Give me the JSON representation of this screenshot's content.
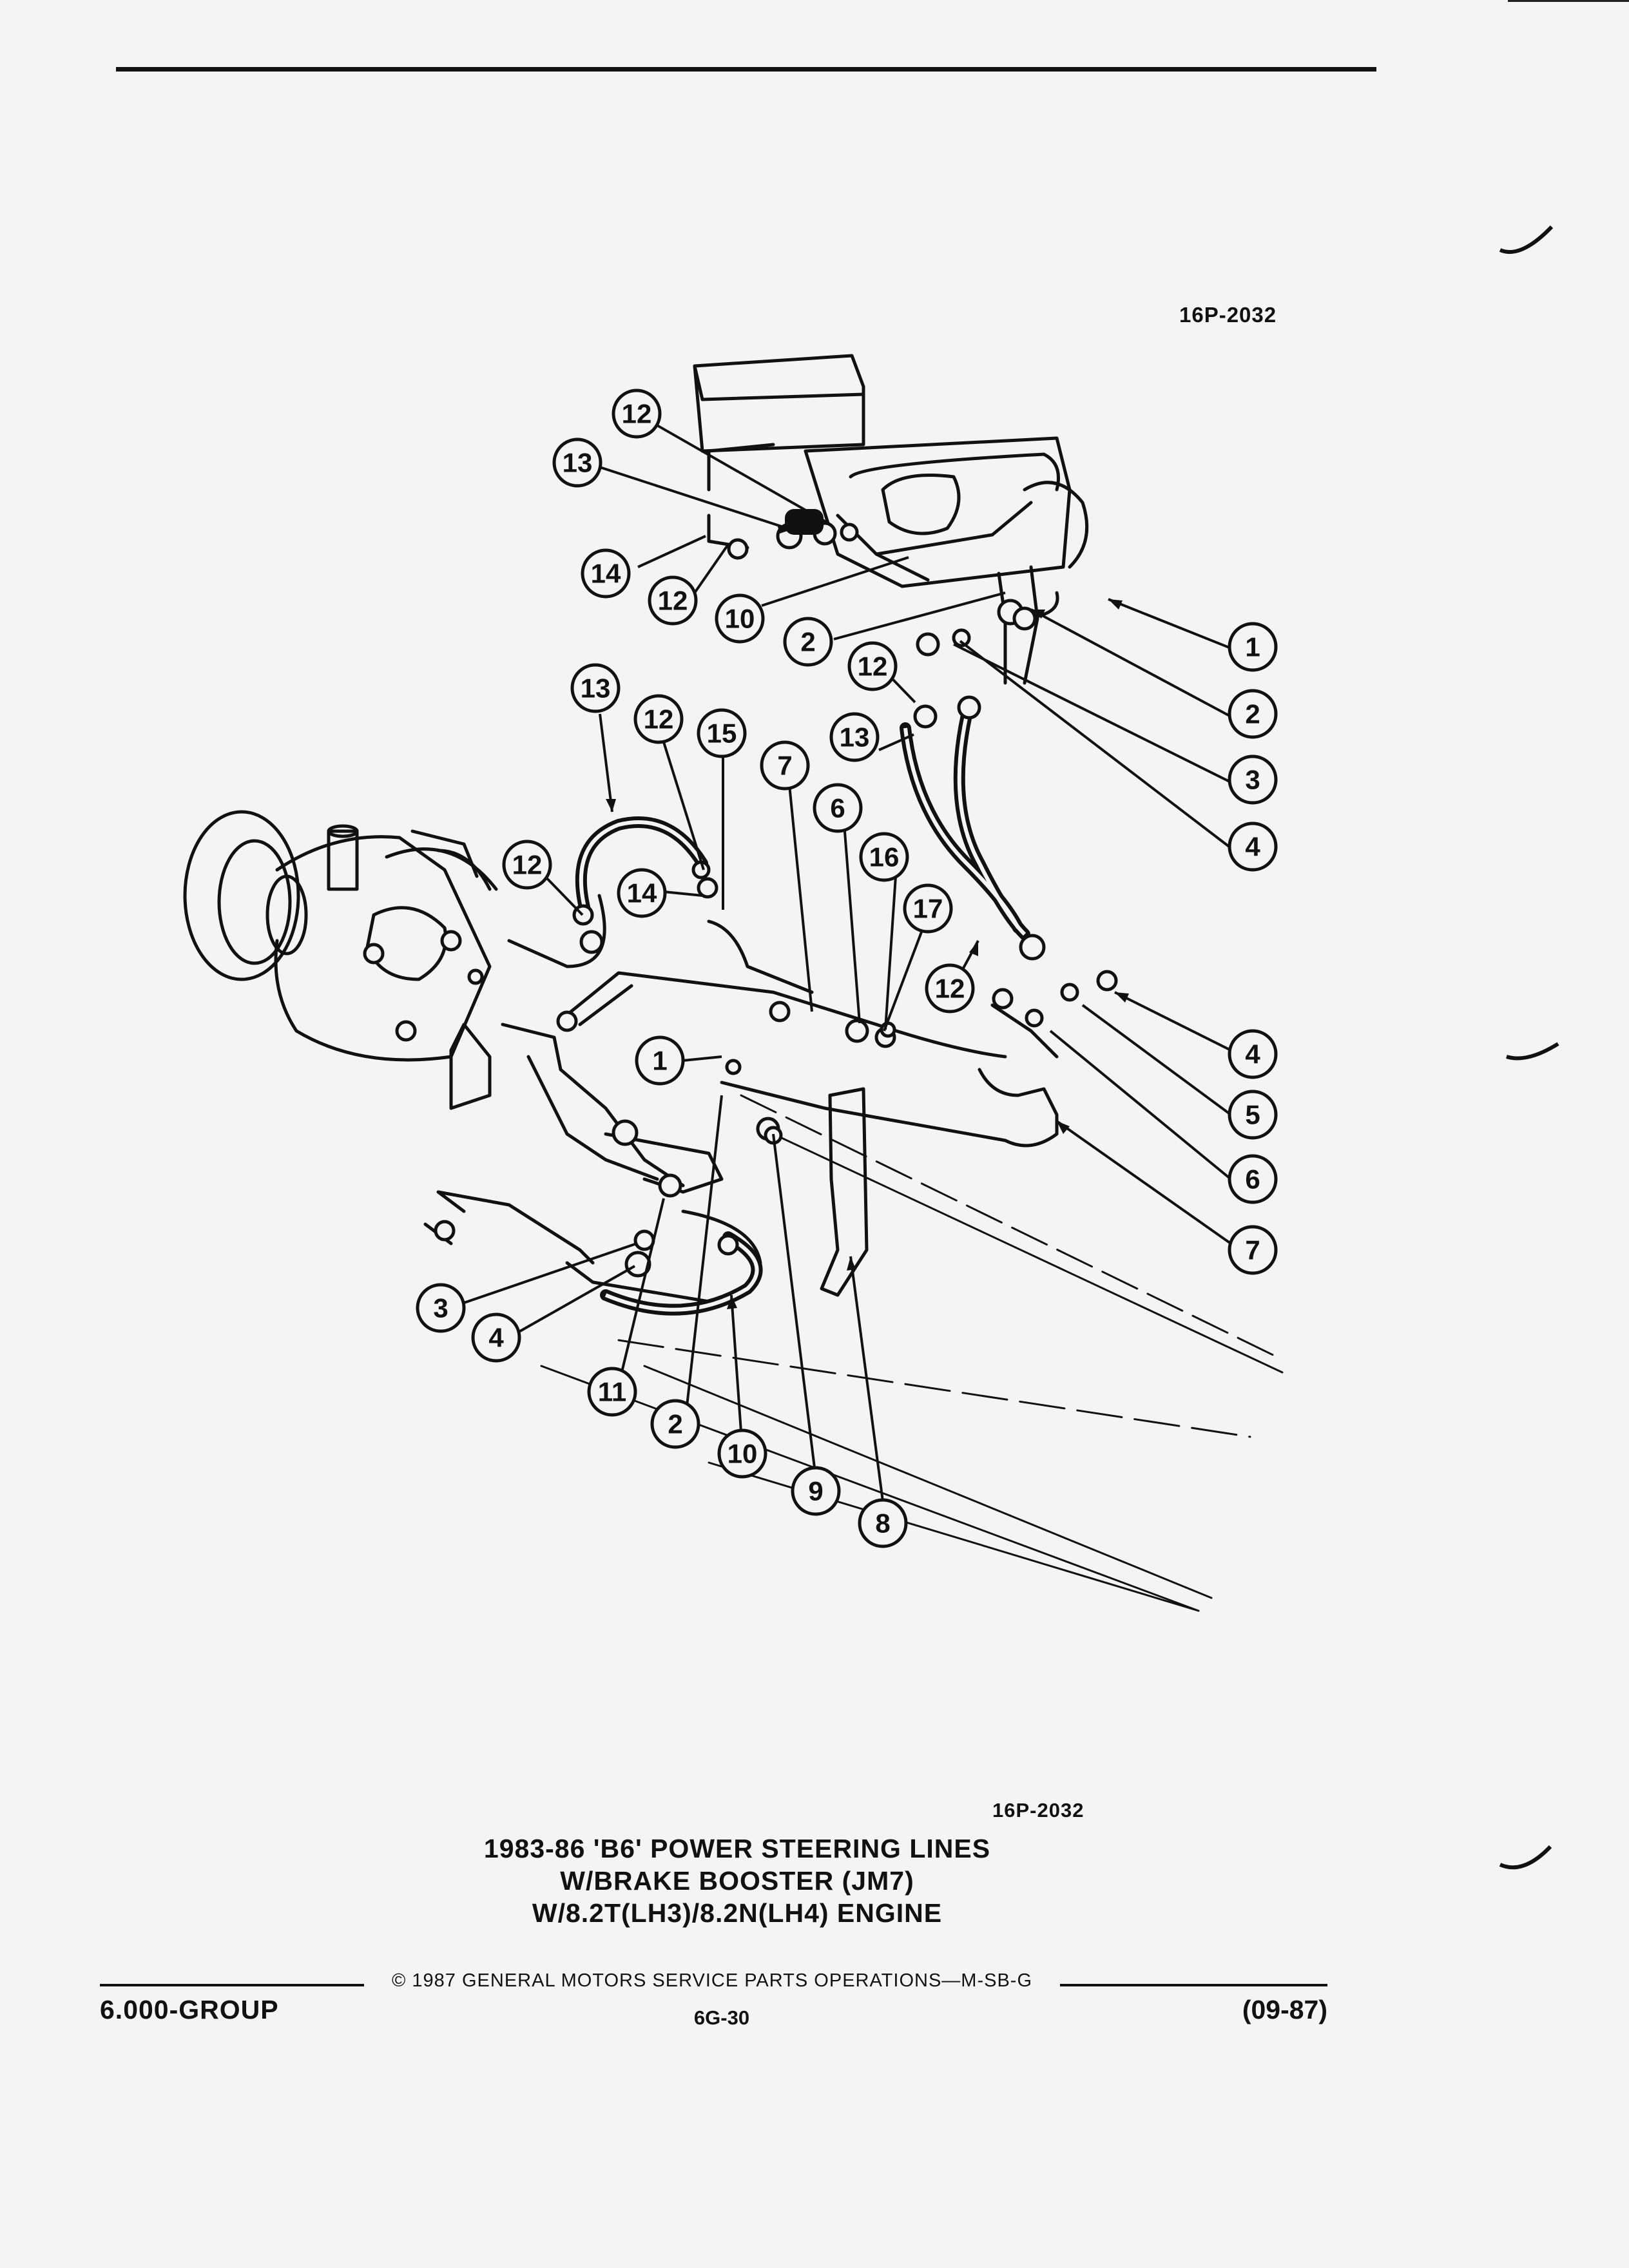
{
  "header": {
    "figure_id": "16P-2032"
  },
  "diagram": {
    "callouts": [
      "1",
      "2",
      "3",
      "4",
      "5",
      "6",
      "7",
      "8",
      "9",
      "10",
      "11",
      "12",
      "13",
      "14",
      "15",
      "16",
      "17"
    ],
    "figure_id_bottom": "16P-2032"
  },
  "caption": {
    "line1": "1983-86 'B6' POWER STEERING LINES",
    "line2": "W/BRAKE BOOSTER (JM7)",
    "line3": "W/8.2T(LH3)/8.2N(LH4) ENGINE"
  },
  "footer": {
    "copyright": "© 1987 GENERAL MOTORS SERVICE PARTS OPERATIONS—M-SB-G",
    "group": "6.000-GROUP",
    "page": "6G-30",
    "date_code": "(09-87)"
  }
}
